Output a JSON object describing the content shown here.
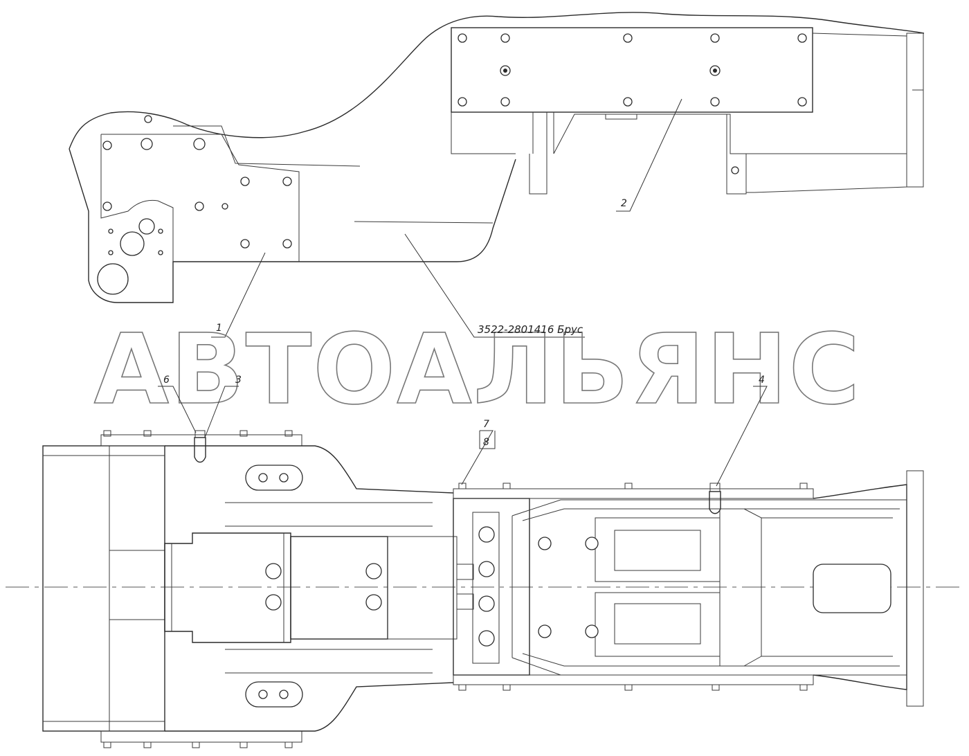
{
  "watermark": "АВТОАЛЬЯНС",
  "part_label": "3522-2801416 Брус",
  "callouts": {
    "c1": "1",
    "c2": "2",
    "c3": "3",
    "c4": "4",
    "c6": "6",
    "c7": "7",
    "c8": "8"
  }
}
